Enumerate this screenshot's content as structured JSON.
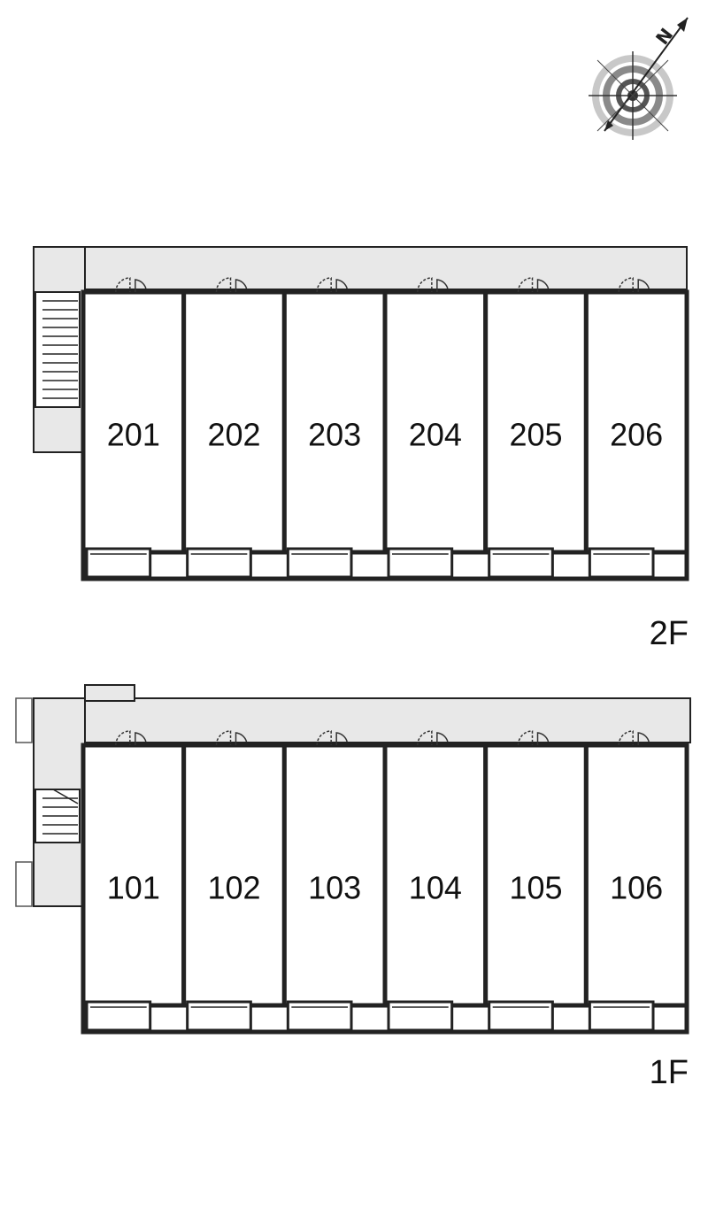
{
  "compass": {
    "icon": "north-compass-icon",
    "north_label": "N"
  },
  "floors": [
    {
      "id": "2F",
      "label": "2F",
      "units": [
        "201",
        "202",
        "203",
        "204",
        "205",
        "206"
      ]
    },
    {
      "id": "1F",
      "label": "1F",
      "units": [
        "101",
        "102",
        "103",
        "104",
        "105",
        "106"
      ]
    }
  ],
  "colors": {
    "wall": "#222222",
    "corridor": "#e8e8e8",
    "room": "#ffffff",
    "compass_ring": "#9a9a9a"
  }
}
